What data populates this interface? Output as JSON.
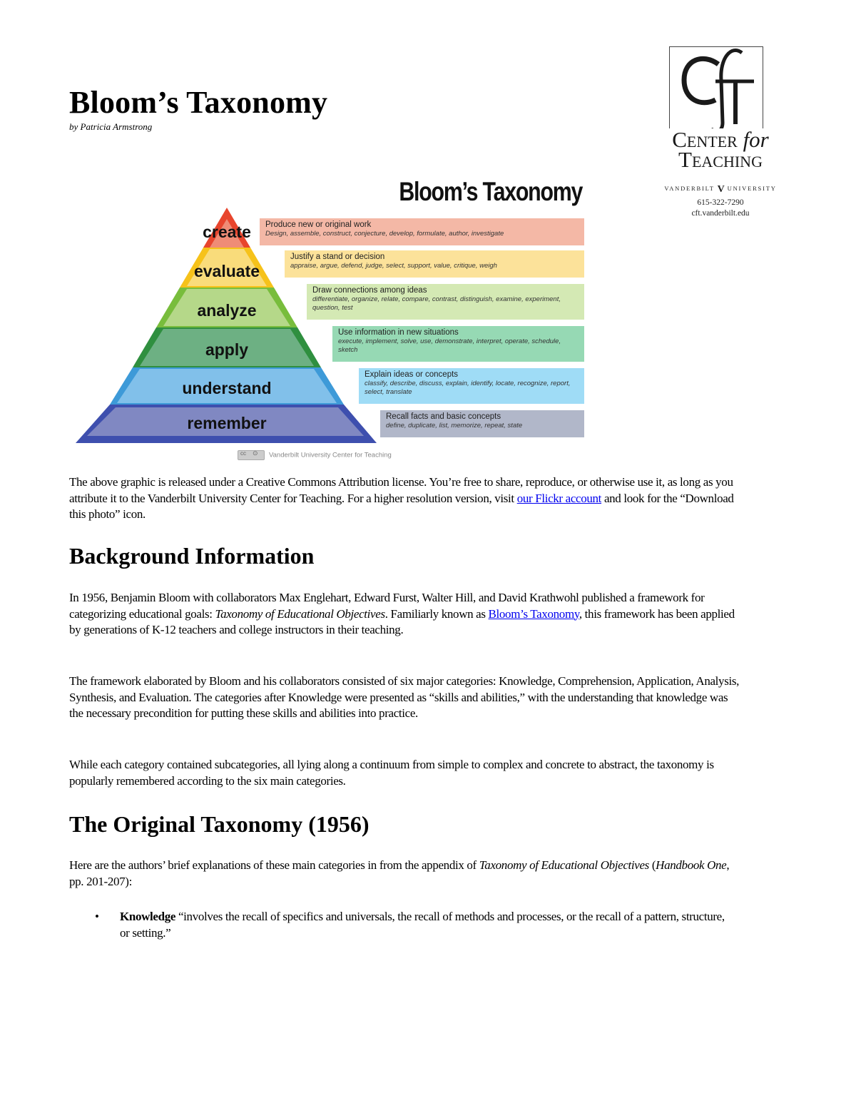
{
  "header": {
    "title": "Bloom’s Taxonomy",
    "byline": "by Patricia Armstrong"
  },
  "logo": {
    "monogram": "CfT",
    "line1": "Center",
    "line1_for": "for",
    "line2": "Teaching",
    "university_left": "VANDERBILT",
    "university_mark": "V",
    "university_right": "UNIVERSITY",
    "phone": "615-322-7290",
    "website": "cft.vanderbilt.edu"
  },
  "graphic": {
    "title": "Bloom’s Taxonomy",
    "credit": "Vanderbilt University Center for Teaching",
    "levels": [
      {
        "label": "create",
        "heading": "Produce new or original work",
        "verbs": "Design, assemble, construct, conjecture, develop, formulate, author, investigate",
        "fill": "#ef8c76",
        "edge": "#e8452d",
        "box": "#f4b8a6"
      },
      {
        "label": "evaluate",
        "heading": "Justify a stand or decision",
        "verbs": "appraise, argue, defend, judge, select, support, value, critique, weigh",
        "fill": "#f9dc7b",
        "edge": "#f6c21a",
        "box": "#fce29a"
      },
      {
        "label": "analyze",
        "heading": "Draw connections among ideas",
        "verbs": "differentiate, organize, relate, compare, contrast, distinguish, examine, experiment, question, test",
        "fill": "#b5d889",
        "edge": "#78bd3c",
        "box": "#d4e9b4"
      },
      {
        "label": "apply",
        "heading": "Use information in new situations",
        "verbs": "execute, implement, solve, use, demonstrate, interpret, operate, schedule, sketch",
        "fill": "#6db083",
        "edge": "#2f8f3f",
        "box": "#96d9b4"
      },
      {
        "label": "understand",
        "heading": "Explain ideas or concepts",
        "verbs": "classify, describe, discuss, explain, identify, locate, recognize, report, select, translate",
        "fill": "#81c0ea",
        "edge": "#3d9ad8",
        "box": "#9fdcf6"
      },
      {
        "label": "remember",
        "heading": "Recall facts and basic concepts",
        "verbs": "define, duplicate, list, memorize, repeat, state",
        "fill": "#8088c2",
        "edge": "#3e4fae",
        "box": "#b1b7c9"
      }
    ]
  },
  "license_paragraph": {
    "before_link": "The above graphic is released under a Creative Commons Attribution license. You’re free to share, reproduce, or otherwise use it, as long as you attribute it to the Vanderbilt University Center for Teaching. For a higher resolution version, visit ",
    "link_text": "our Flickr account",
    "after_link": " and look for the “Download this photo” icon."
  },
  "background": {
    "heading": "Background Information",
    "p1_part1": "In 1956, Benjamin Bloom with collaborators Max Englehart, Edward Furst, Walter Hill, and David Krathwohl published a framework for categorizing educational goals: ",
    "p1_italic": "Taxonomy of Educational Objectives",
    "p1_part2": ". Familiarly known as ",
    "p1_link": "Bloom’s Taxonomy",
    "p1_part3": ", this framework has been applied by generations of K-12 teachers and college instructors in their teaching.",
    "p2": "The framework elaborated by Bloom and his collaborators consisted of six major categories: Knowledge, Comprehension, Application, Analysis, Synthesis, and Evaluation. The categories after Knowledge were presented as “skills and abilities,” with the understanding that knowledge was the necessary precondition for putting these skills and abilities into practice.",
    "p3": "While each category contained subcategories, all lying along a continuum from simple to complex and concrete to abstract, the taxonomy is popularly remembered according to the six main categories."
  },
  "original": {
    "heading": "The Original Taxonomy (1956)",
    "intro_part1": "Here are the authors’ brief explanations of these main categories in from the appendix of ",
    "intro_italic1": "Taxonomy of Educational Objectives",
    "intro_part2": " (",
    "intro_italic2": "Handbook One",
    "intro_part3": ", pp. 201-207):",
    "bullets": [
      {
        "term": "Knowledge",
        "text": " “involves the recall of specifics and universals, the recall of methods and processes, or the recall of a pattern, structure, or setting.”"
      }
    ]
  }
}
